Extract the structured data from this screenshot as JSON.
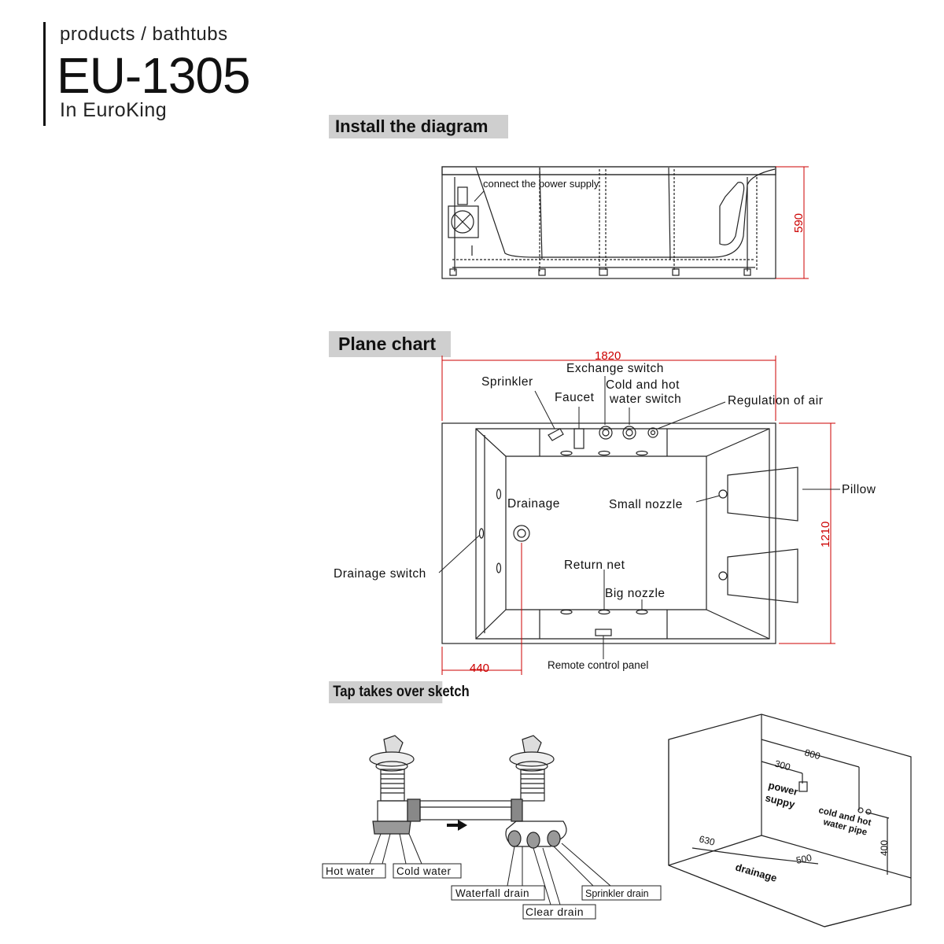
{
  "header": {
    "category": "products / bathtubs",
    "model": "EU-1305",
    "brand": "In EuroKing"
  },
  "sections": {
    "install": "Install the diagram",
    "plane": "Plane chart",
    "tap": "Tap takes over sketch"
  },
  "install_diagram": {
    "power_label": "connect the power supply",
    "height_dim": "590"
  },
  "plane_chart": {
    "width_dim": "1820",
    "depth_dim": "1210",
    "offset_dim": "440",
    "labels": {
      "exchange_switch": "Exchange switch",
      "sprinkler": "Sprinkler",
      "cold_hot_1": "Cold and hot",
      "cold_hot_2": "water switch",
      "faucet": "Faucet",
      "regulation_air": "Regulation of air",
      "pillow": "Pillow",
      "drainage": "Drainage",
      "small_nozzle": "Small nozzle",
      "drainage_switch": "Drainage switch",
      "return_net": "Return net",
      "big_nozzle": "Big nozzle",
      "remote_panel": "Remote control panel"
    }
  },
  "tap_sketch": {
    "hot_water": "Hot water",
    "cold_water": "Cold water",
    "waterfall_drain": "Waterfall drain",
    "clear_drain": "Clear drain",
    "sprinkler_drain": "Sprinkler drain"
  },
  "room_sketch": {
    "dim_800": "800",
    "dim_300": "300",
    "power_1": "power",
    "power_2": "suppy",
    "pipe_1": "cold and hot",
    "pipe_2": "water pipe",
    "dim_400": "400",
    "dim_630": "630",
    "dim_500": "500",
    "drainage": "drainage"
  }
}
